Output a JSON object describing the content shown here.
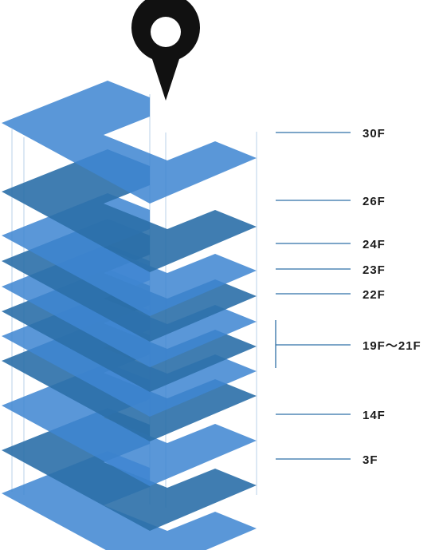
{
  "colors": {
    "floor_light": "#3f86d2",
    "floor_dark": "#2b6fa8",
    "guide_line": "#b9d1ea",
    "marker": "#111111",
    "leader_line": "#2f6fa6",
    "label_text": "#1a1a1a"
  },
  "marker": {
    "icon": "map-pin-icon"
  },
  "floors": [
    {
      "label": "30F",
      "shade": "light"
    },
    {
      "label": "26F",
      "shade": "dark"
    },
    {
      "label": "24F",
      "shade": "light"
    },
    {
      "label": "23F",
      "shade": "dark"
    },
    {
      "label": "22F",
      "shade": "light"
    },
    {
      "label": "19F〜21F",
      "shade": "dark",
      "range": true
    },
    {
      "label": "14F",
      "shade": "light"
    },
    {
      "label": "3F",
      "shade": "dark"
    }
  ]
}
